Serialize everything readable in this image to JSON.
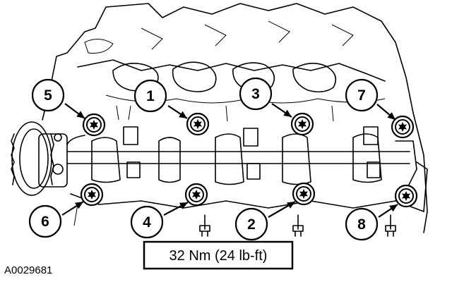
{
  "figure_id": "A0029681",
  "torque_spec": "32 Nm (24 lb-ft)",
  "callouts": [
    {
      "number": "1"
    },
    {
      "number": "2"
    },
    {
      "number": "3"
    },
    {
      "number": "4"
    },
    {
      "number": "5"
    },
    {
      "number": "6"
    },
    {
      "number": "7"
    },
    {
      "number": "8"
    }
  ],
  "colors": {
    "ink": "#000000",
    "paper": "#ffffff"
  }
}
